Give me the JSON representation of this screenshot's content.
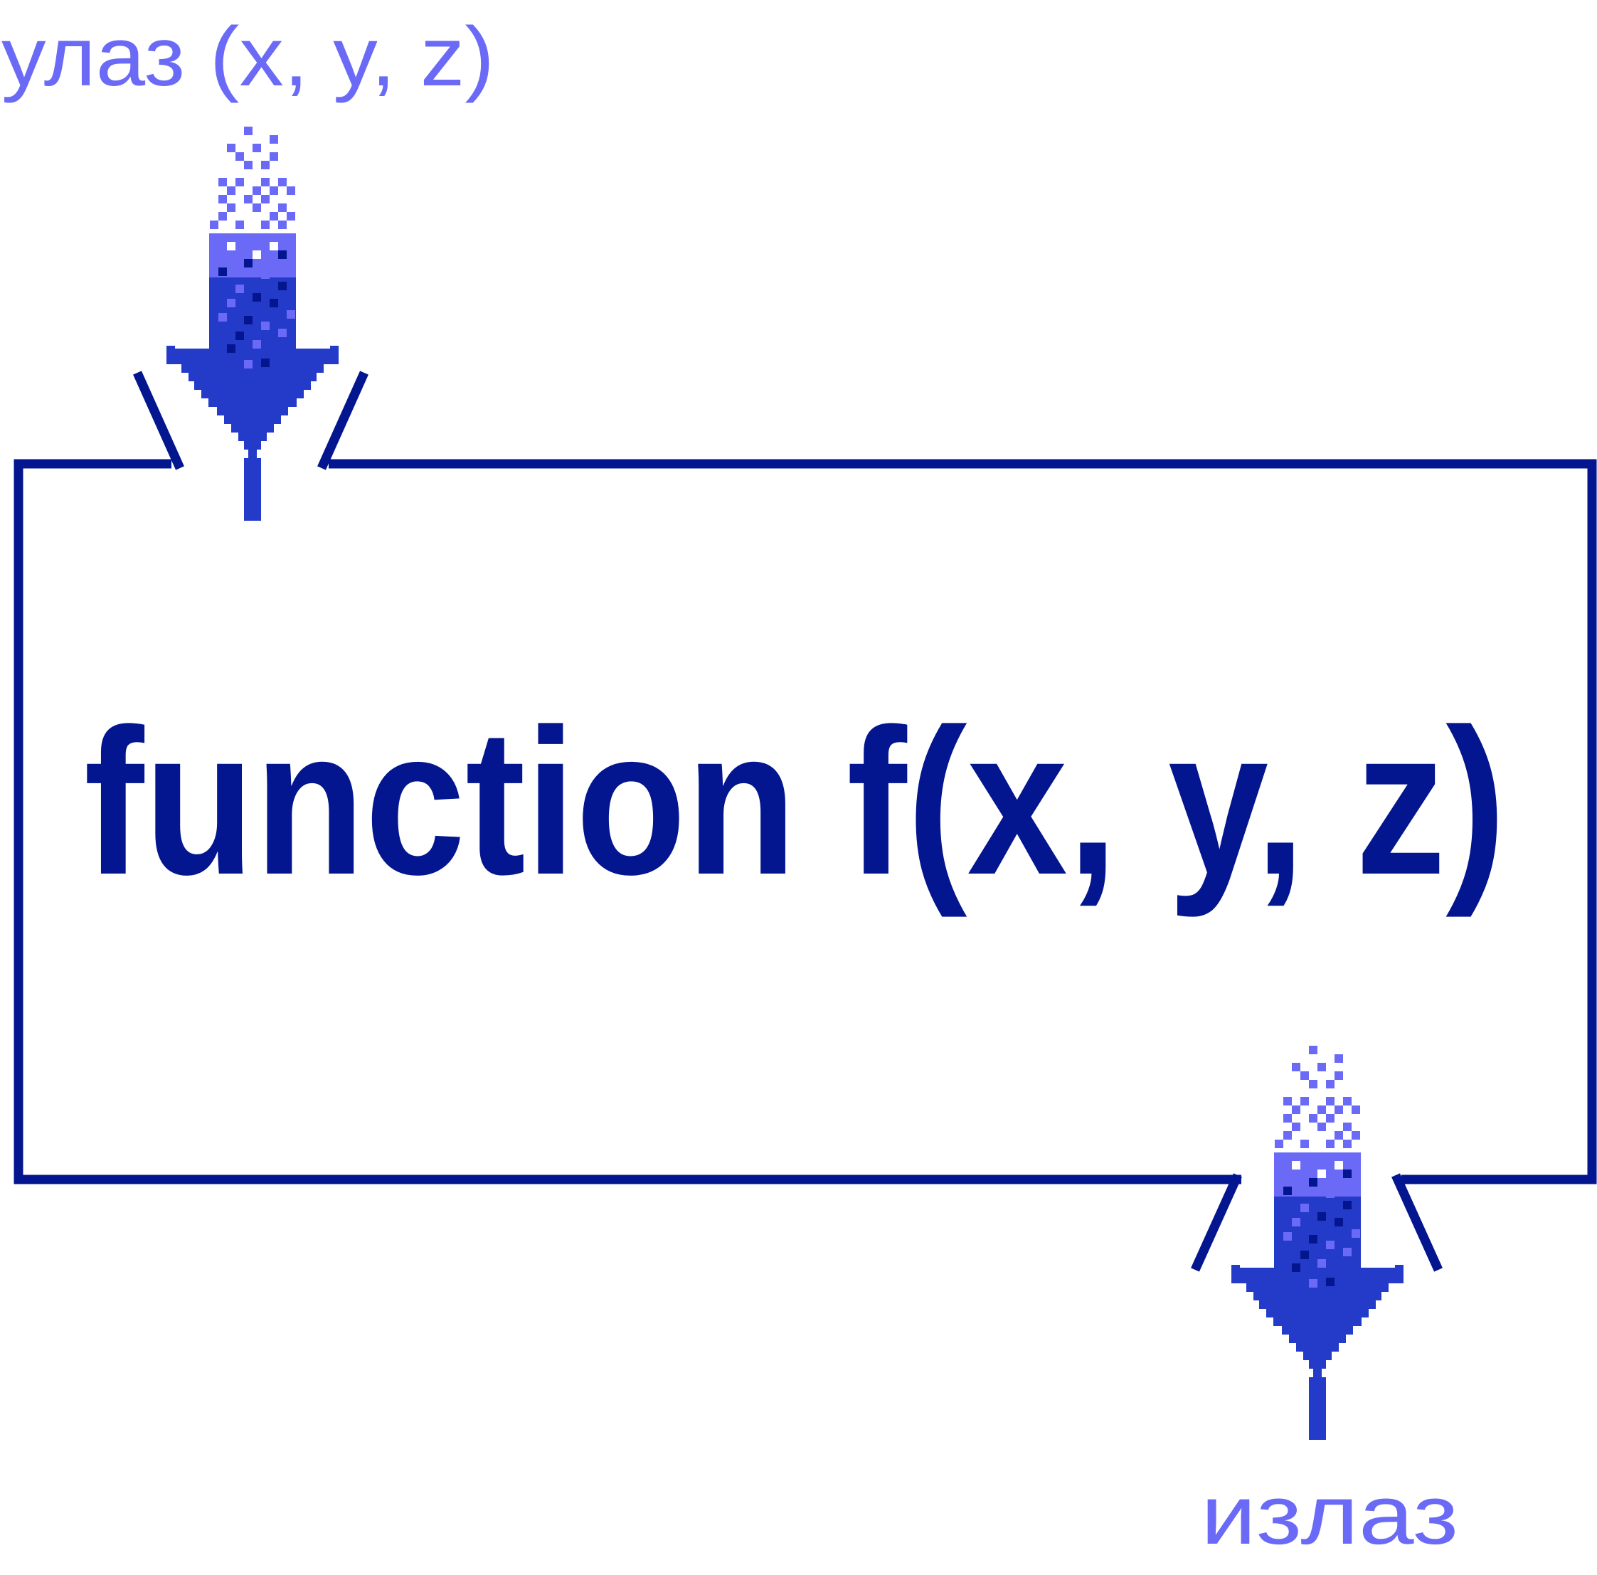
{
  "diagram": {
    "input_label": "улаз (x, y, z)",
    "function_label": "function f(x, y, z)",
    "output_label": "излаз"
  },
  "colors": {
    "box_border": "#03168f",
    "function_text": "#03168f",
    "label_text": "#6a6af7",
    "arrow_dark": "#243ac8",
    "arrow_light": "#6a6af7",
    "arrow_deep": "#03168f",
    "background": "#ffffff"
  },
  "icons": {
    "input_arrow": "pixel-down-arrow-icon",
    "output_arrow": "pixel-down-arrow-icon"
  }
}
